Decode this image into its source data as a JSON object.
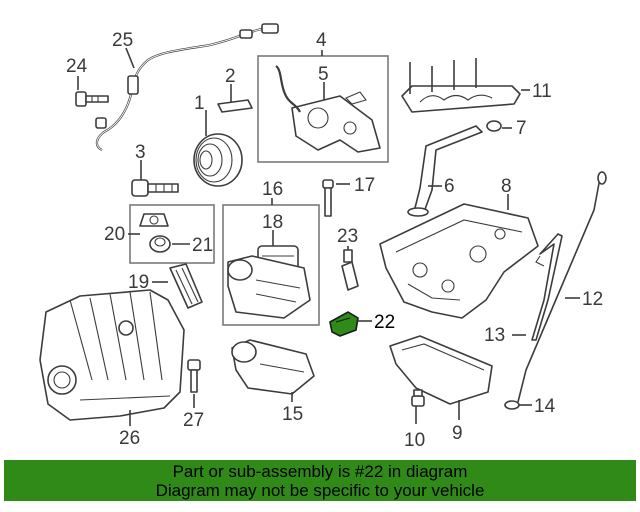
{
  "callouts": {
    "c1": "1",
    "c2": "2",
    "c3": "3",
    "c4": "4",
    "c5": "5",
    "c6": "6",
    "c7": "7",
    "c8": "8",
    "c9": "9",
    "c10": "10",
    "c11": "11",
    "c12": "12",
    "c13": "13",
    "c14": "14",
    "c15": "15",
    "c16": "16",
    "c17": "17",
    "c18": "18",
    "c19": "19",
    "c20": "20",
    "c21": "21",
    "c22": "22",
    "c23": "23",
    "c24": "24",
    "c25": "25",
    "c26": "26",
    "c27": "27"
  },
  "highlight": {
    "part": "22",
    "color": "#2f8a18"
  },
  "banner": {
    "line1": "Part or sub-assembly is #22 in diagram",
    "line2": "Diagram may not be specific to your vehicle",
    "color": "#2f8a18"
  }
}
